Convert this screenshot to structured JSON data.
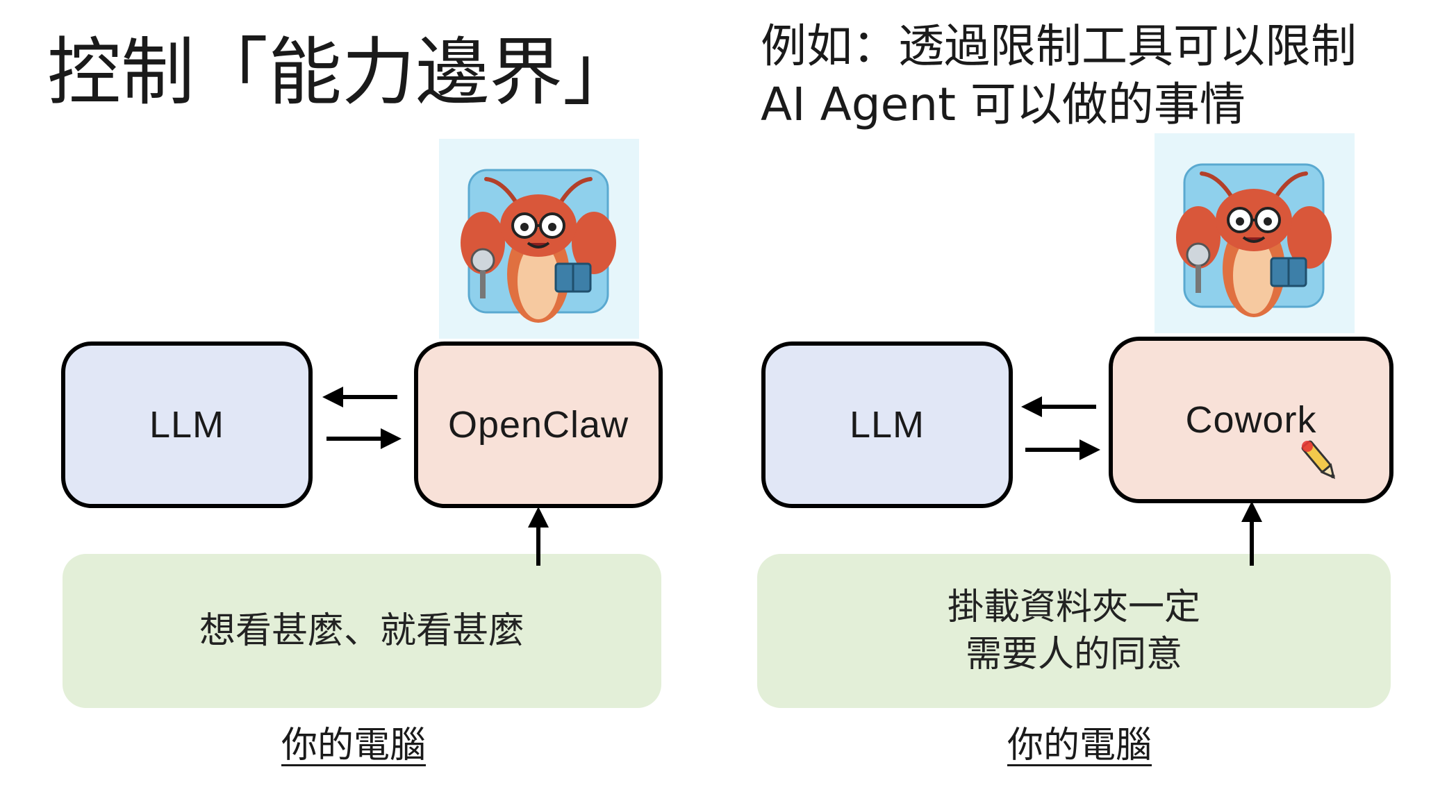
{
  "title": "控制「能力邊界」",
  "example": {
    "line1": "例如：透過限制工具可以限制",
    "line2": "AI Agent 可以做的事情"
  },
  "left_diagram": {
    "llm_label": "LLM",
    "agent_label": "OpenClaw",
    "panel_text": "想看甚麼、就看甚麼",
    "computer_label": "你的電腦"
  },
  "right_diagram": {
    "llm_label": "LLM",
    "agent_label": "Cowork",
    "panel_line1": "掛載資料夾一定",
    "panel_line2": "需要人的同意",
    "computer_label": "你的電腦"
  },
  "colors": {
    "llm_fill": "#e1e7f6",
    "agent_fill": "#f8e1d8",
    "panel_fill": "#e3efd8",
    "mascot_bg": "#e6f6fb",
    "lobster": "#d9573a"
  },
  "icons": {
    "mascot": "lobster-mascot-icon",
    "cursor": "pen-cursor-icon"
  }
}
